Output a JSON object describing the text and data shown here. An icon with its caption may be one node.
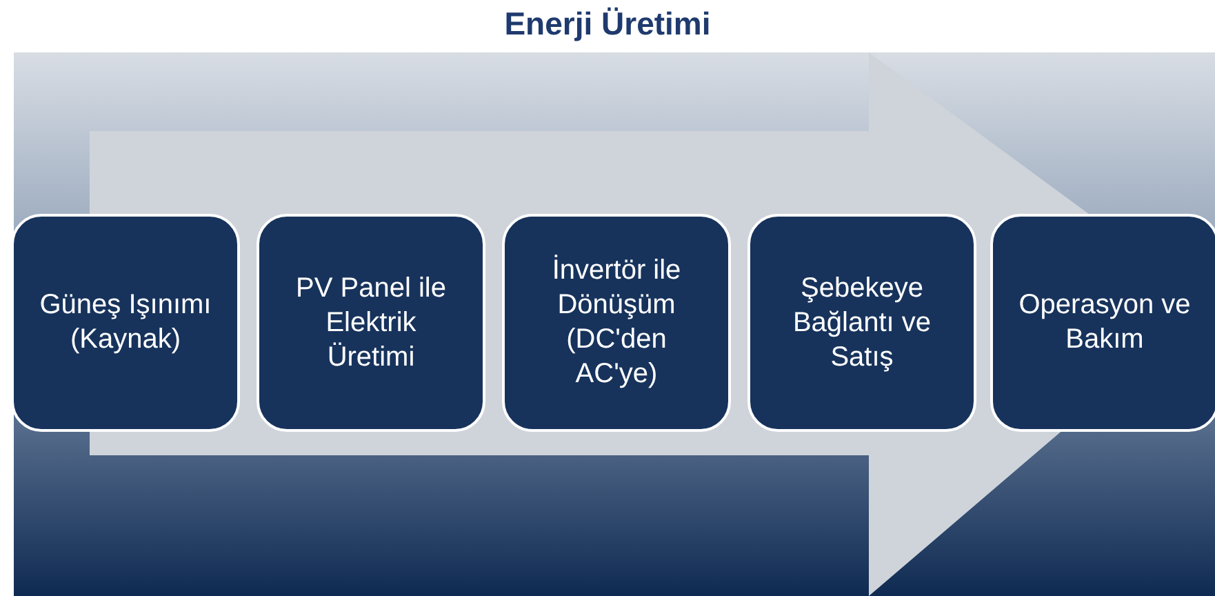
{
  "diagram": {
    "title": "Enerji Üretimi",
    "nodes": [
      {
        "text": [
          "Güneş Işınımı (Kaynak)"
        ]
      },
      {
        "text": [
          "PV Panel ile Elektrik Üretimi"
        ]
      },
      {
        "text": [
          "İnvertör ile Dönüşüm (DC'den AC'ye)"
        ]
      },
      {
        "text": [
          "Şebekeye Bağlantı ve Satış"
        ]
      },
      {
        "text": [
          "Operasyon ve Bakım"
        ]
      }
    ],
    "edges": [
      {
        "from": 0,
        "to": 4,
        "arrow": "to"
      }
    ]
  }
}
